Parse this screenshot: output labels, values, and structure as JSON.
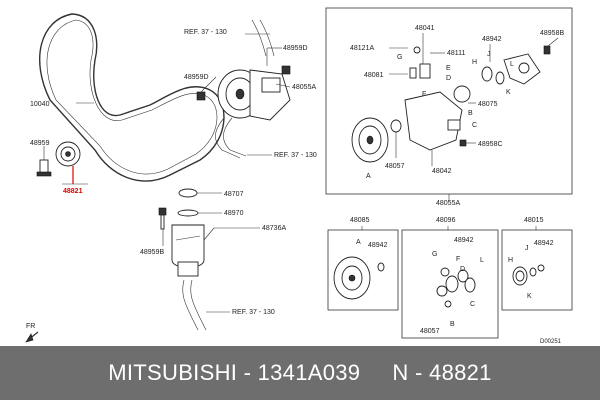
{
  "diagram": {
    "part_numbers": {
      "p10040": "10040",
      "p48959": "48959",
      "p48821": "48821",
      "p48959D": "48959D",
      "p48959D_b": "48959D",
      "p48055A": "48055A",
      "p48707": "48707",
      "p48970": "48970",
      "p48736A": "48736A",
      "p48959B": "48959B",
      "p48041": "48041",
      "p48121A": "48121A",
      "p48081": "48081",
      "p48111": "48111",
      "p48942": "48942",
      "p48958B": "48958B",
      "p48075": "48075",
      "p48057": "48057",
      "p48042": "48042",
      "p48958C": "48958C",
      "p48055A_b": "48055A",
      "p48085": "48085",
      "p48096": "48096",
      "p48015": "48015",
      "p48942_a": "48942",
      "p48942_b": "48942",
      "p48942_c": "48942",
      "p48057_b": "48057"
    },
    "refs": {
      "ref1": "REF. 37 - 130",
      "ref2": "REF. 37 - 130",
      "ref3": "REF. 37 - 130"
    },
    "letters": {
      "A": "A",
      "B": "B",
      "C": "C",
      "D": "D",
      "E": "E",
      "F": "F",
      "G": "G",
      "H": "H",
      "J": "J",
      "K": "K",
      "L": "L"
    },
    "fr_label": "FR",
    "diagram_code": "D00251"
  },
  "highlight": {
    "part": "48821",
    "color": "#e00000"
  },
  "banner": {
    "text": "MITSUBISHI - 1341A039     N - 48821",
    "background": "#6e6e6e"
  }
}
